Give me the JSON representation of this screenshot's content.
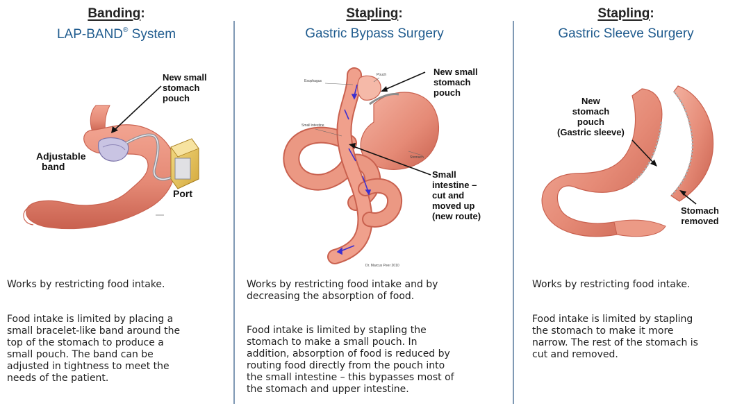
{
  "columns": [
    {
      "kind": "Banding",
      "procedure": "LAP-BAND",
      "procedure_mark": "®",
      "procedure_suffix": " System",
      "callouts": {
        "pouch": [
          "New small",
          "stomach",
          "pouch"
        ],
        "band": [
          "Adjustable",
          "band"
        ],
        "port": "Port"
      },
      "summary": "Works by restricting food intake.",
      "detail": [
        "Food intake is limited by placing a",
        "small bracelet-like band around the",
        "top of the stomach to produce a",
        "small pouch. The band can be",
        "adjusted in tightness to meet the",
        "needs of the patient."
      ]
    },
    {
      "kind": "Stapling",
      "procedure": "Gastric Bypass Surgery",
      "callouts": {
        "pouch": [
          "New small",
          "stomach",
          "pouch"
        ],
        "intestine": [
          "Small",
          "intestine –",
          "cut and",
          "moved up",
          "(new route)"
        ]
      },
      "tiny_labels": {
        "esophagus": "Esophagus",
        "pouch": "Pouch",
        "stomach": "Stomach",
        "small_intestine": "Small intestine",
        "credit": "Dr. Marcus Peer 2010"
      },
      "summary": [
        "Works by restricting food intake and by",
        "decreasing the absorption of food."
      ],
      "detail": [
        "Food intake is limited by stapling the",
        "stomach to make a small pouch. In",
        "addition, absorption of food is reduced by",
        "routing food directly from the pouch into",
        "the small intestine – this bypasses most of",
        "the stomach and upper intestine."
      ]
    },
    {
      "kind": "Stapling",
      "procedure": "Gastric Sleeve Surgery",
      "callouts": {
        "pouch": [
          "New",
          "stomach",
          "pouch",
          "(Gastric sleeve)"
        ],
        "removed": [
          "Stomach",
          "removed"
        ]
      },
      "summary": "Works by restricting food intake.",
      "detail": [
        "Food intake is limited by stapling",
        "the stomach to make it more",
        "narrow. The rest of the stomach is",
        "cut and removed."
      ]
    }
  ],
  "colors": {
    "heading_accent": "#1f5b8e",
    "divider": "#7f99b4",
    "tissue": "#e58a76",
    "tissue_dark": "#c9614f",
    "tissue_light": "#f4b3a2",
    "band": "#b9b4d6",
    "port": "#e9c85c",
    "route_arrow": "#3b2fd0"
  },
  "icons": {
    "callout_pointer": "arrow-icon",
    "route_marker": "route-arrow-icon"
  }
}
